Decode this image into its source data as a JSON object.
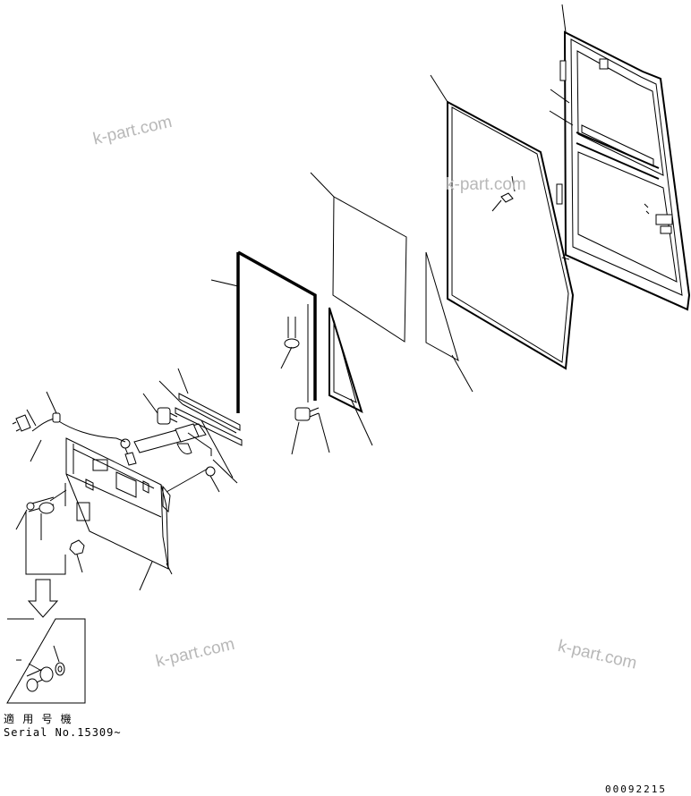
{
  "watermark": "k-part.com",
  "note": {
    "applicable_label": "適 用 号 機",
    "serial_label": "Serial No.15309~"
  },
  "figure_code": "00092215"
}
